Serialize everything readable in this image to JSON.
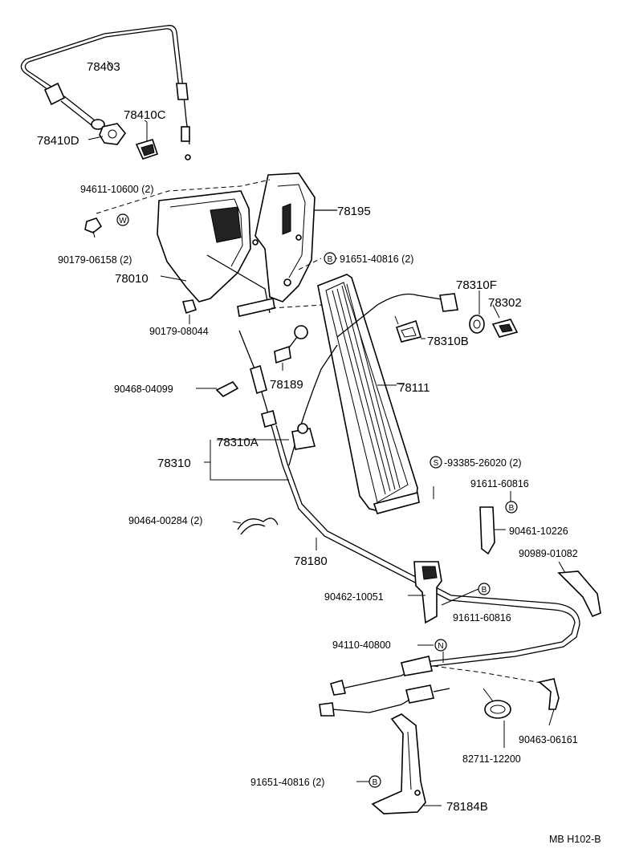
{
  "diagram": {
    "code": "MB H102-B",
    "labels": {
      "p78403": "78403",
      "p78410C": "78410C",
      "p78410D": "78410D",
      "p94611": "94611-10600 (2)",
      "p90179_06158": "90179-06158 (2)",
      "p78010": "78010",
      "p78195": "78195",
      "p91651_top": "91651-40816 (2)",
      "p78310F": "78310F",
      "p78302": "78302",
      "p78310B": "78310B",
      "p90179_08044": "90179-08044",
      "p78189": "78189",
      "p90468": "90468-04099",
      "p78111": "78111",
      "p78310A": "78310A",
      "p78310": "78310",
      "p93385": "-93385-26020 (2)",
      "p91611_a": "91611-60816",
      "p90464": "90464-00284 (2)",
      "p90461": "90461-10226",
      "p78180": "78180",
      "p90989": "90989-01082",
      "p90462": "90462-10051",
      "p91611_b": "91611-60816",
      "p94110": "94110-40800",
      "p90463": "90463-06161",
      "p82711": "82711-12200",
      "p91651_bot": "91651-40816 (2)",
      "p78184B": "78184B"
    },
    "markers": {
      "W": "W",
      "B": "B",
      "S": "S",
      "N": "N"
    }
  }
}
